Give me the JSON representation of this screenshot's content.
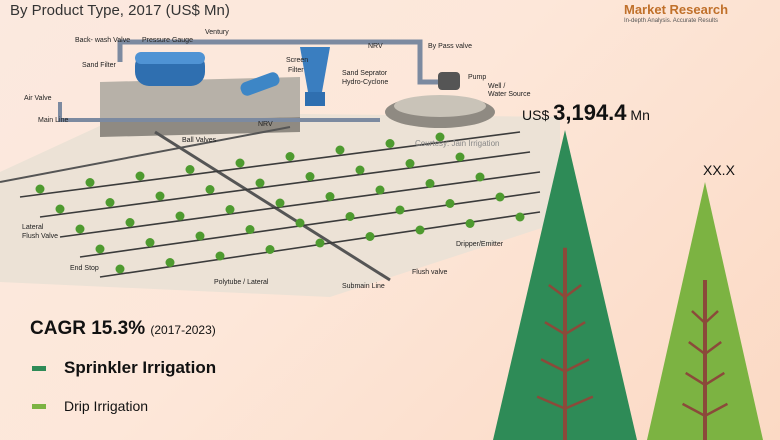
{
  "header": {
    "subtitle": "By Product Type, 2017 (US$ Mn)",
    "logo_name": "Market Research",
    "logo_tagline": "In-depth Analysis. Accurate Results"
  },
  "diagram": {
    "labels": [
      "Back- wash Valve",
      "Pressure Gauge",
      "Ventury",
      "Sand Filter",
      "Screen",
      "Filter",
      "NRV",
      "By Pass valve",
      "Sand Seprator",
      "Hydro-Cyclone",
      "Pump",
      "Well /",
      "Water Source",
      "Air Valve",
      "Main Line",
      "NRV",
      "Ball Valves",
      "Courtesy: Jain Irrigation",
      "Lateral",
      "Flush Valve",
      "Dripper/Emitter",
      "End Stop",
      "Flush valve",
      "Polytube / Lateral",
      "Submain Line"
    ]
  },
  "chart_data": {
    "type": "bar",
    "categories": [
      "Sprinkler Irrigation",
      "Drip Irrigation"
    ],
    "values": [
      3194.4,
      null
    ],
    "value_labels": {
      "prefix": "US$",
      "first": "3,194.4",
      "suffix": "Mn",
      "second": "XX.X"
    },
    "colors": [
      "#2e8b57",
      "#7cb342"
    ],
    "cagr": {
      "label": "CAGR 15.3%",
      "period": "(2017-2023)"
    },
    "legend": [
      "Sprinkler Irrigation",
      "Drip Irrigation"
    ]
  }
}
